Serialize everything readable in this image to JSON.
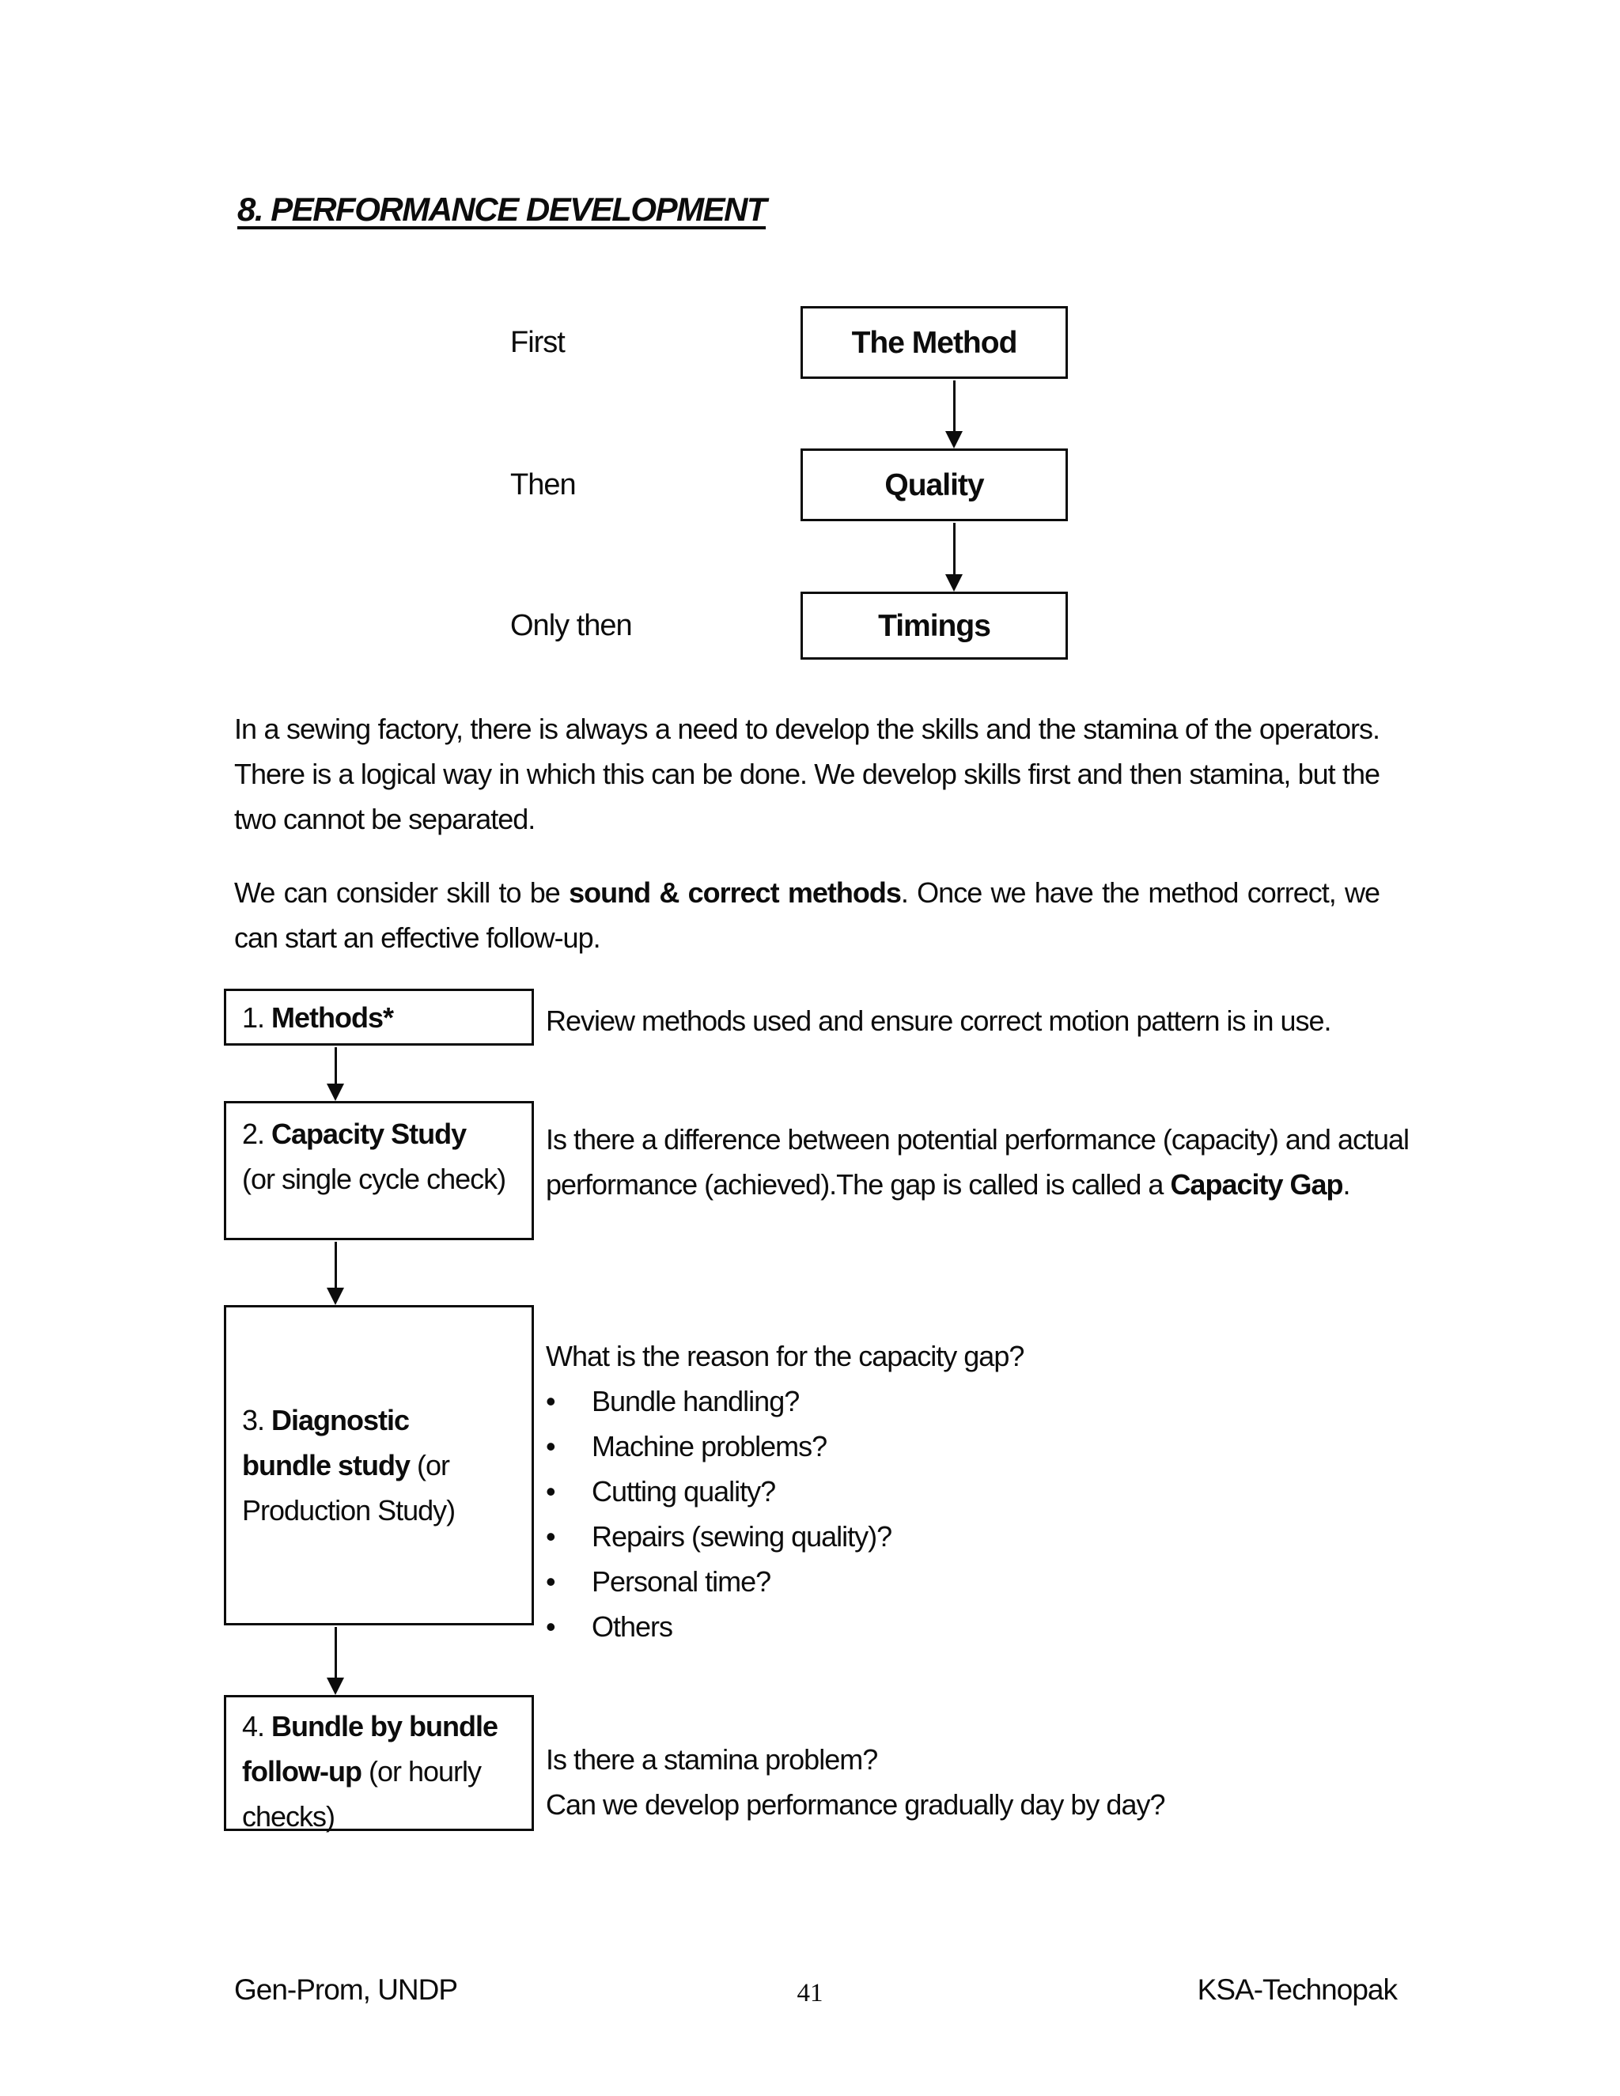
{
  "title": "8. PERFORMANCE DEVELOPMENT",
  "flowchart": {
    "rows": [
      {
        "label": "First",
        "box": "The Method"
      },
      {
        "label": "Then",
        "box": "Quality"
      },
      {
        "label": "Only then",
        "box": "Timings"
      }
    ]
  },
  "paragraphs": {
    "p1": "In a sewing factory, there is always a need to develop the skills and the stamina of the operators. There is a logical way in which this can be done. We develop skills first and then stamina, but the two cannot be separated.",
    "p2_part1": "We can consider skill to be ",
    "p2_bold": "sound & correct methods",
    "p2_part2": ". Once we have the method correct, we can start an effective follow-up."
  },
  "steps": {
    "step1": {
      "number": "1. ",
      "title": "Methods*",
      "description": "Review methods used and ensure correct motion pattern is in use."
    },
    "step2": {
      "number": "2. ",
      "title": "Capacity Study",
      "subtitle": "(or single cycle check)",
      "desc_part1": "Is there a difference between potential performance (capacity) and actual performance (achieved).The gap is called is called a ",
      "desc_bold": "Capacity Gap",
      "desc_part2": "."
    },
    "step3": {
      "number": "3. ",
      "title_line1": "Diagnostic",
      "title_line2": "bundle study",
      "suffix_line2": " (or",
      "line3": "Production Study)",
      "question": "What is the reason for the capacity gap?",
      "bullet_glyph": "•",
      "bullets": [
        "Bundle handling?",
        "Machine problems?",
        "Cutting quality?",
        "Repairs (sewing quality)?",
        "Personal time?",
        "Others"
      ]
    },
    "step4": {
      "number": "4. ",
      "title_line1": "Bundle by bundle",
      "title_line2": "follow-up",
      "suffix_line2": " (or hourly",
      "line3": "checks)",
      "desc_line1": "Is there a stamina problem?",
      "desc_line2": "Can we develop performance gradually day by day?"
    }
  },
  "footer": {
    "left": "Gen-Prom, UNDP",
    "page_number": "41",
    "right": "KSA-Technopak"
  }
}
